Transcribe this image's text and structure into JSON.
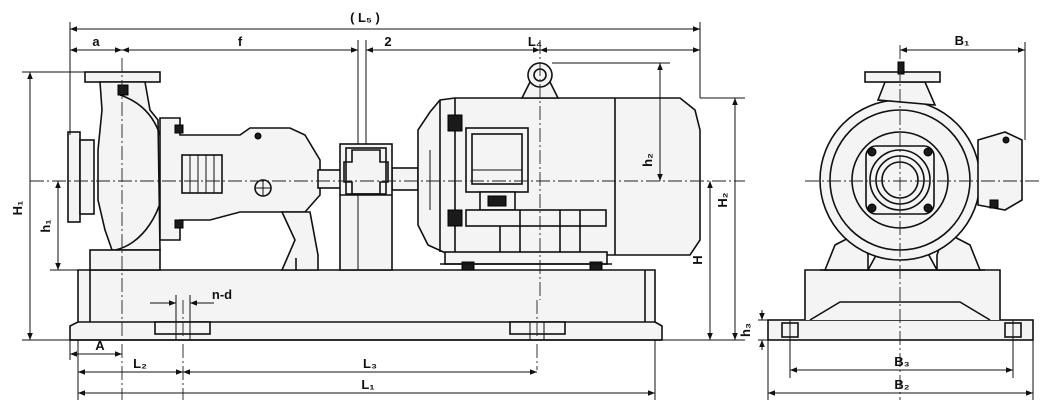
{
  "labels": {
    "L5": "( L₅ )",
    "a": "a",
    "f": "f",
    "two": "2",
    "L4": "L₄",
    "B1": "B₁",
    "H1": "H₁",
    "h1": "h₁",
    "h2": "h₂",
    "H2": "H₂",
    "H": "H",
    "nd": "n-d",
    "A": "A",
    "L2": "L₂",
    "L3": "L₃",
    "L1": "L₁",
    "h3": "h₃",
    "B3": "B₃",
    "B2": "B₂"
  }
}
